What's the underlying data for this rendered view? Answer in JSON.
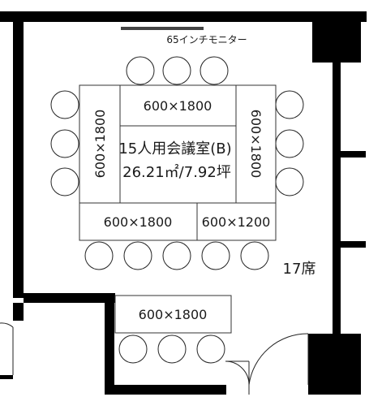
{
  "plan": {
    "monitor_label": "65インチモニター",
    "room_name": "15人用会議室(B)",
    "room_area": "26.21㎡/7.92坪",
    "seat_count": "17席",
    "tables": {
      "top": "600×1800",
      "left": "600×1800",
      "right": "600×1800",
      "bottom_left": "600×1800",
      "bottom_right": "600×1200",
      "lower": "600×1800"
    }
  }
}
